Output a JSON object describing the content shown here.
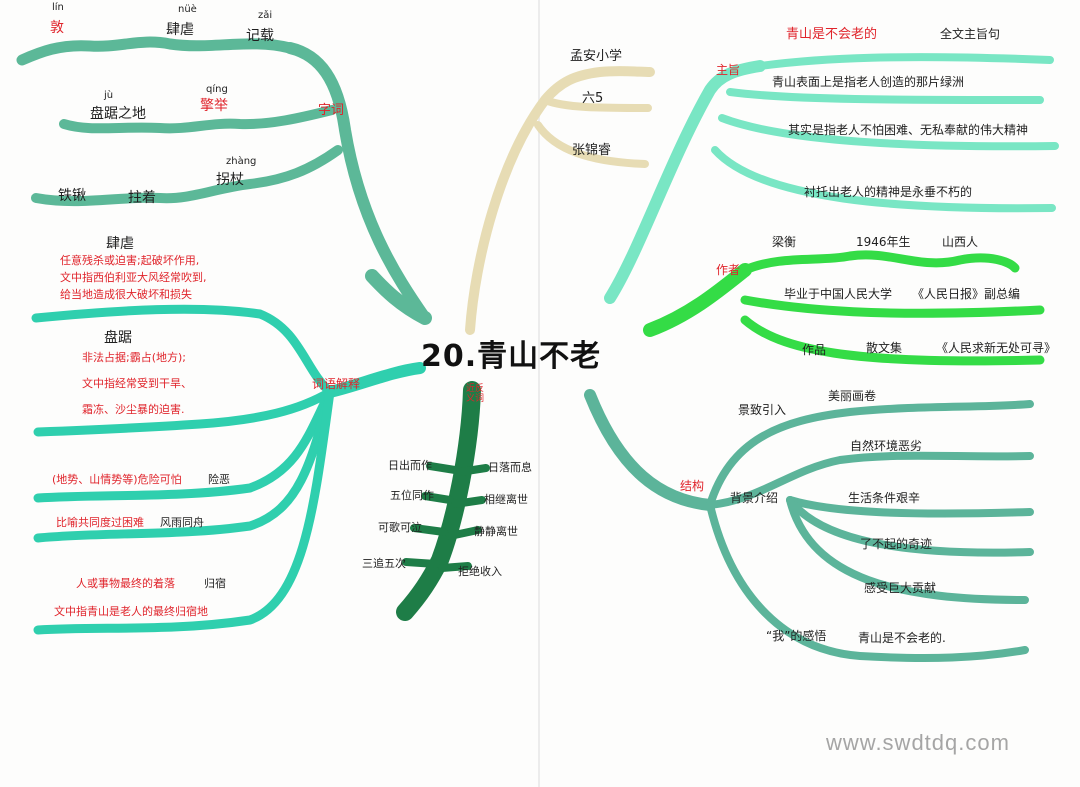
{
  "center": {
    "title": "20.青山不老"
  },
  "branches": {
    "zici": {
      "label": "字词",
      "rows": [
        {
          "items": [
            {
              "text": "敦",
              "pinyin": "lín"
            },
            {
              "text": "肆虐",
              "pinyin": "nüè"
            },
            {
              "text": "记载",
              "pinyin": "zǎi"
            }
          ]
        },
        {
          "items": [
            {
              "text": "盘踞之地",
              "pinyin": "jù"
            },
            {
              "text": "擎举",
              "pinyin": "qíng"
            }
          ]
        },
        {
          "items": [
            {
              "text": "铁锹"
            },
            {
              "text": "拄着"
            },
            {
              "text": "拐杖",
              "pinyin": "zhàng"
            }
          ]
        }
      ]
    },
    "cijie": {
      "label": "词语解释",
      "items": [
        {
          "word": "肆虐",
          "lines": [
            "任意残杀或迫害;起破坏作用,",
            "文中指西伯利亚大风经常吹到,",
            "给当地造成很大破坏和损失"
          ]
        },
        {
          "word": "盘踞",
          "lines": [
            "非法占据;霸占(地方);",
            "文中指经常受到干旱、",
            "霜冻、沙尘暴的迫害."
          ]
        },
        {
          "word": "险恶",
          "lines": [
            "(地势、山情势等)危险可怕"
          ]
        },
        {
          "word": "风雨同舟",
          "lines": [
            "比喻共同度过困难"
          ]
        },
        {
          "word": "归宿",
          "lines": [
            "人或事物最终的着落",
            "文中指青山是老人的最终归宿地"
          ]
        }
      ]
    },
    "info": {
      "items": [
        "孟安小学",
        "六5",
        "张锦睿"
      ]
    },
    "zhuzhi": {
      "label": "主旨",
      "header": "青山是不会老的",
      "side": "全文主旨句",
      "lines": [
        "青山表面上是指老人创造的那片绿洲",
        "其实是指老人不怕困难、无私奉献的伟大精神",
        "衬托出老人的精神是永垂不朽的"
      ]
    },
    "zuozhe": {
      "label": "作者",
      "rows": [
        [
          "梁衡",
          "1946年生",
          "山西人"
        ],
        [
          "毕业于中国人民大学",
          "《人民日报》副总编"
        ],
        [
          "作品",
          "散文集",
          "《人民求新无处可寻》"
        ]
      ]
    },
    "jiegou": {
      "label": "结构",
      "intro": {
        "label": "景致引入",
        "value": "美丽画卷"
      },
      "bg": {
        "label": "背景介绍",
        "items": [
          "自然环境恶劣",
          "生活条件艰辛",
          "了不起的奇迹",
          "感受巨大贡献"
        ]
      },
      "feel": {
        "label": "“我”的感悟",
        "value": "青山是不会老的."
      }
    },
    "jinyi": {
      "label": "近反义词",
      "pairs": [
        {
          "left": "日出而作",
          "right": "日落而息"
        },
        {
          "left": "五位同作",
          "right": "相继离世"
        },
        {
          "left": "可歌可泣",
          "right": "静静离世"
        },
        {
          "left": "三追五次",
          "right": "拒绝收入"
        }
      ]
    }
  },
  "watermark": "www.swdtdq.com",
  "colors": {
    "zici": "#5cb898",
    "cijie": "#2fcfae",
    "info": "#e7dcb4",
    "zhuzhi": "#79e6c4",
    "zuozhe": "#34dc46",
    "jiegou": "#5cb49a",
    "jinyi": "#1e7d47",
    "red": "#e0242b"
  }
}
